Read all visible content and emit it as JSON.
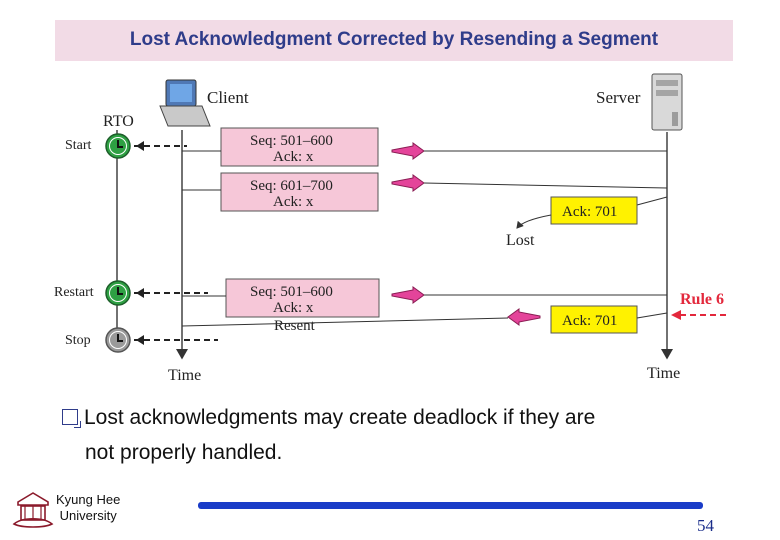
{
  "title": "Lost Acknowledgment Corrected by Resending a Segment",
  "diagram": {
    "client_label": "Client",
    "server_label": "Server",
    "rto_label": "RTO",
    "timer_events": [
      "Start",
      "Restart",
      "Stop"
    ],
    "segments": [
      {
        "seq": "Seq: 501–600",
        "ack": "Ack: x"
      },
      {
        "seq": "Seq: 601–700",
        "ack": "Ack: x"
      },
      {
        "seq": "Seq: 501–600",
        "ack": "Ack: x"
      }
    ],
    "acks": [
      "Ack: 701",
      "Ack: 701"
    ],
    "lost_label": "Lost",
    "resent_label": "Resent",
    "rule_label": "Rule 6",
    "time_label_left": "Time",
    "time_label_right": "Time",
    "colors": {
      "segment_box": "#f6c7d8",
      "ack_box": "#fff200",
      "arrow": "#e4449a",
      "timer_green": "#2ea043",
      "timer_gray": "#8a8a8a",
      "rule_text": "#e3283c",
      "title_bg": "#f2dbe6",
      "title_text": "#2f3c8a"
    }
  },
  "bullet": {
    "line1": "Lost acknowledgments may create deadlock if they are",
    "line2": "not properly handled."
  },
  "footer": {
    "university_line1": "Kyung Hee",
    "university_line2": "University",
    "page_number": "54"
  }
}
